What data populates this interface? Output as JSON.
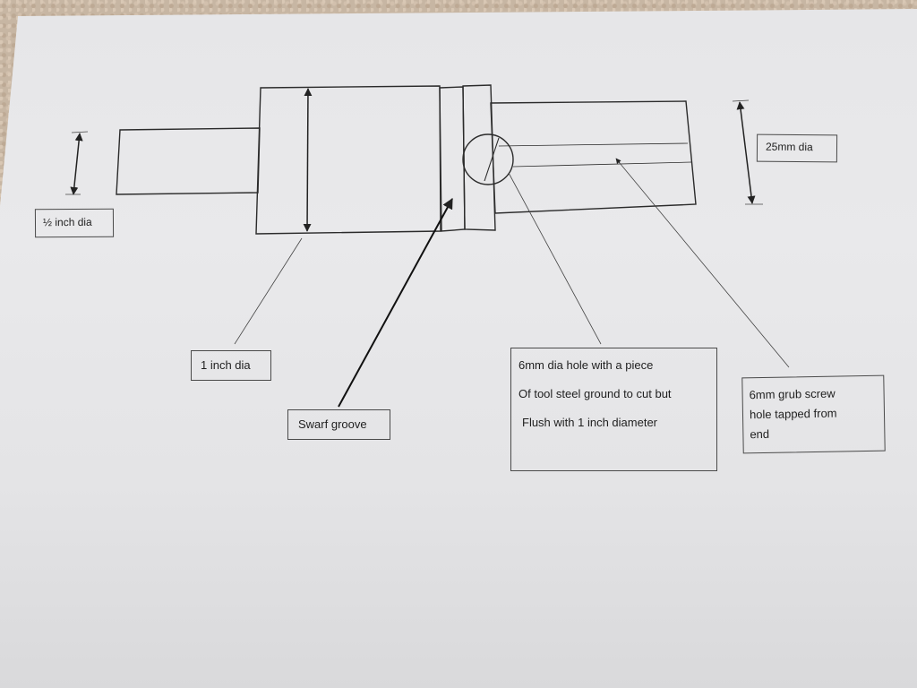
{
  "labels": {
    "half_inch": "½ inch dia",
    "one_inch": "1 inch dia",
    "swarf_groove": "Swarf groove",
    "dia_25mm": "25mm dia",
    "hole_note": {
      "line1": "6mm dia hole with a piece",
      "line2": "Of tool steel ground to cut but",
      "line3": "Flush with 1 inch diameter"
    },
    "grub_screw": {
      "line1": "6mm grub screw",
      "line2": "hole tapped from",
      "line3": "end"
    }
  }
}
